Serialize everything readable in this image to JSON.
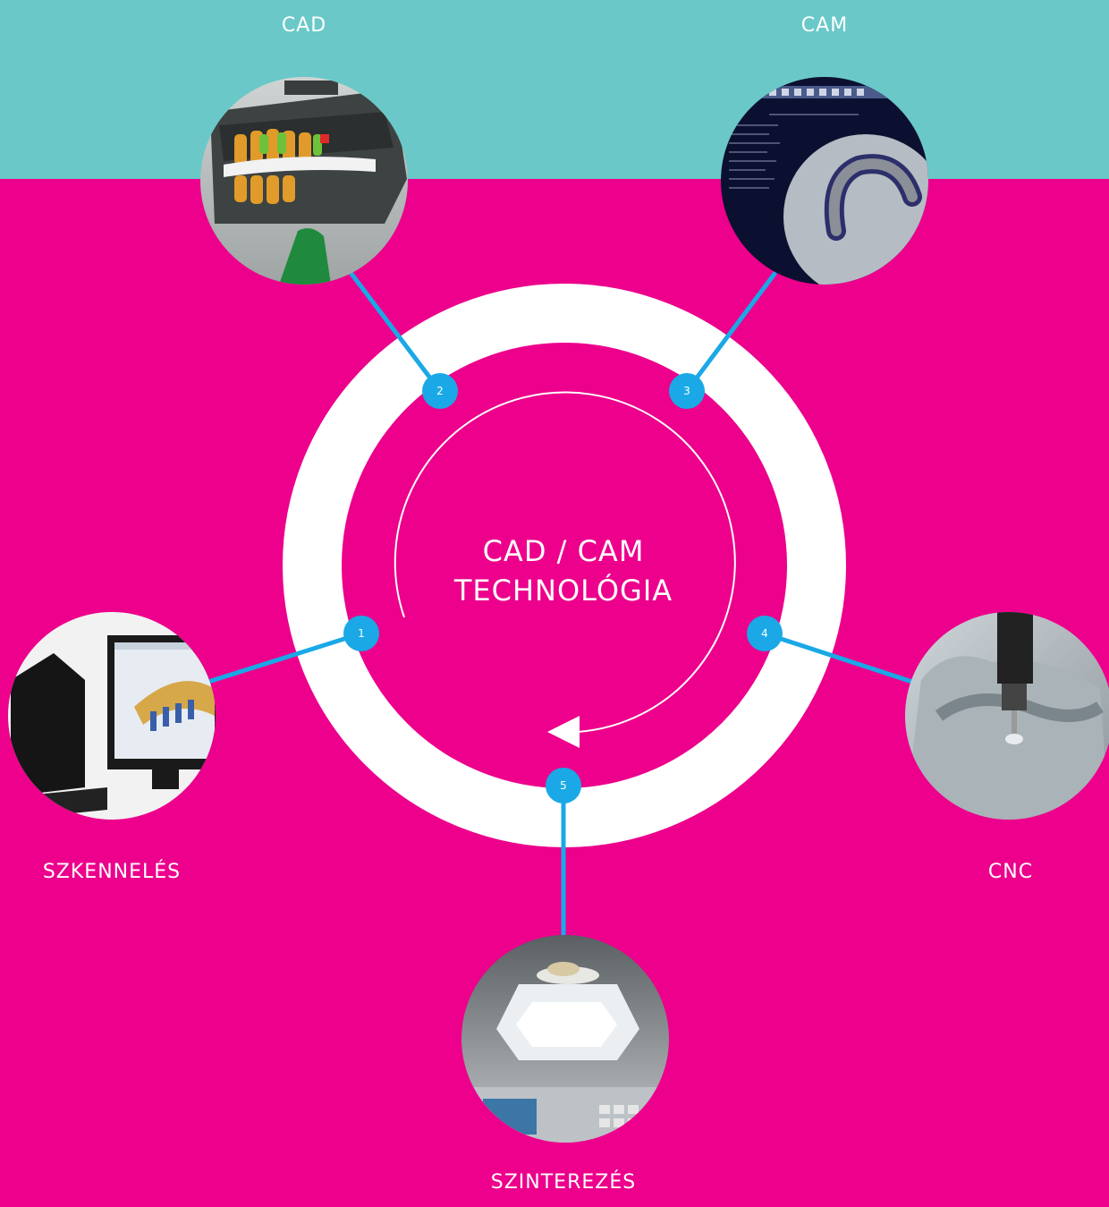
{
  "colors": {
    "background": "#ec008c",
    "top_band": "#6ac8c8",
    "ring": "#ffffff",
    "connector": "#1aa9e6"
  },
  "center": {
    "line1": "CAD / CAM",
    "line2": "TECHNOLÓGIA"
  },
  "steps": [
    {
      "number": "1",
      "label": "SZKENNELÉS",
      "image": "scanner-with-monitor"
    },
    {
      "number": "2",
      "label": "CAD",
      "image": "3d-dental-model"
    },
    {
      "number": "3",
      "label": "CAM",
      "image": "milling-path-software"
    },
    {
      "number": "4",
      "label": "CNC",
      "image": "cnc-milling-disc"
    },
    {
      "number": "5",
      "label": "SZINTEREZÉS",
      "image": "sintering-furnace"
    }
  ]
}
